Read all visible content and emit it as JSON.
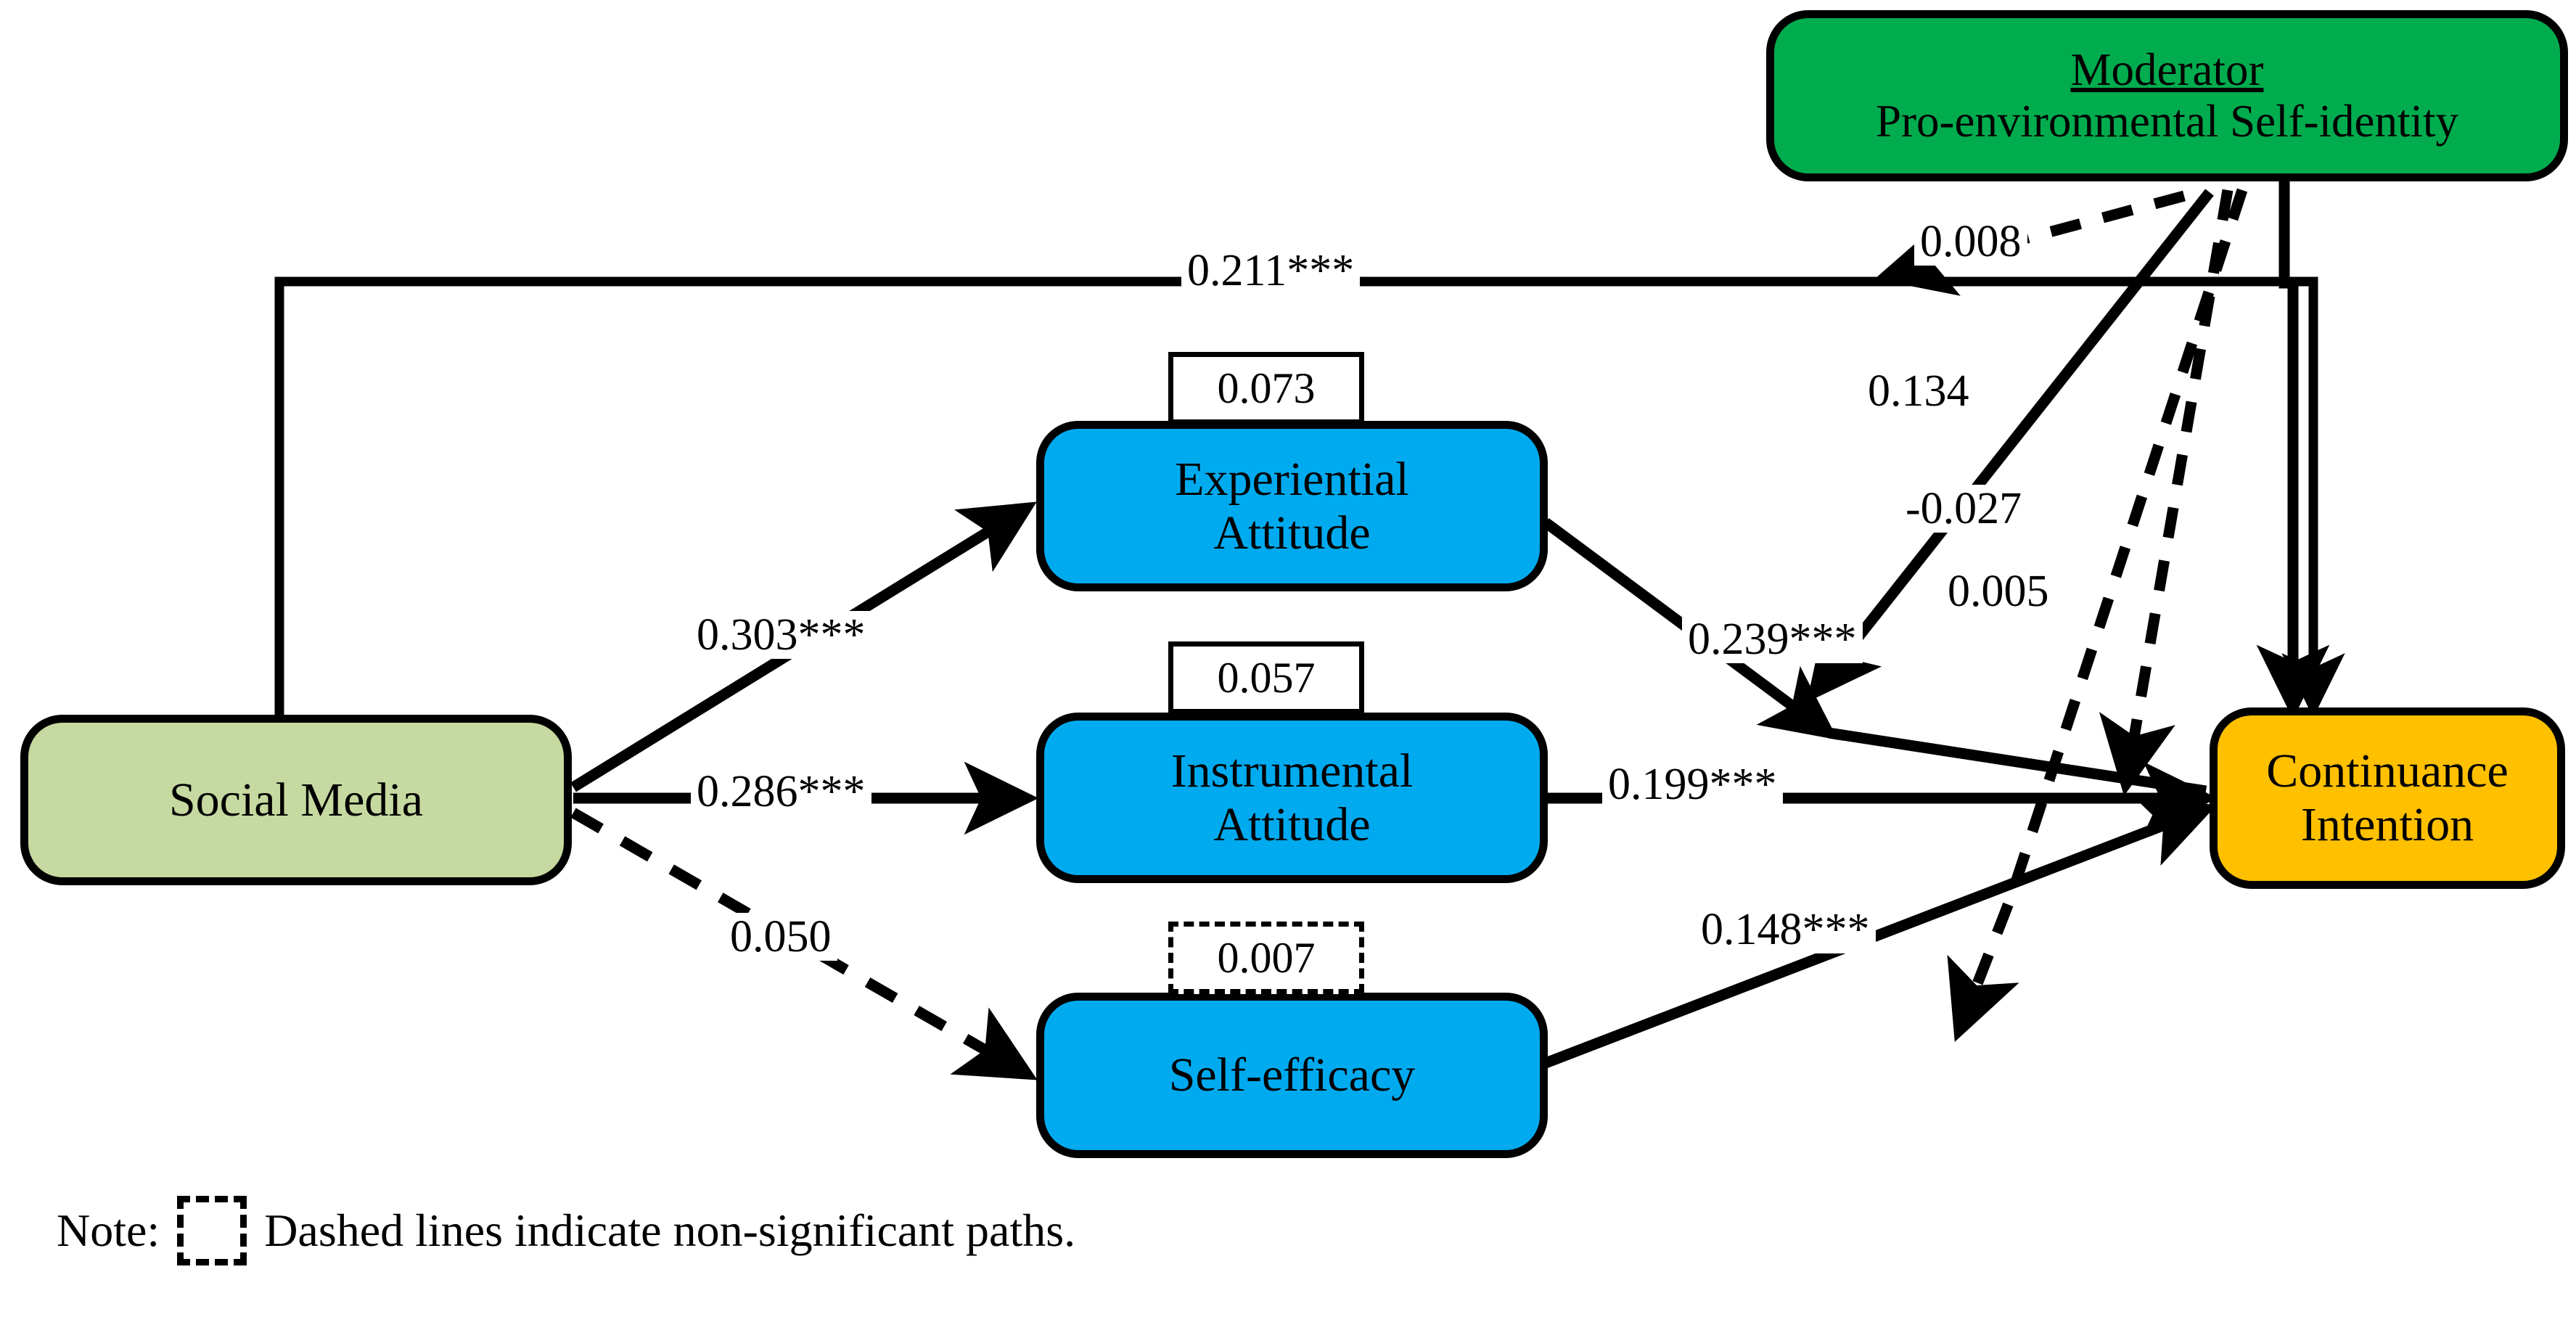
{
  "figure": {
    "type": "sem-path-diagram",
    "background": "#ffffff",
    "line_color": "#000000"
  },
  "nodes": {
    "social_media": {
      "label": "Social Media",
      "color": "#c6d9a0",
      "role": "predictor"
    },
    "experiential_attitude": {
      "label": "Experiential\nAttitude",
      "color": "#00aaef",
      "role": "mediator",
      "r2": "0.073",
      "r2_significant": true
    },
    "instrumental_attitude": {
      "label": "Instrumental\nAttitude",
      "color": "#00aaef",
      "role": "mediator",
      "r2": "0.057",
      "r2_significant": true
    },
    "self_efficacy": {
      "label": "Self-efficacy",
      "color": "#00aaef",
      "role": "mediator",
      "r2": "0.007",
      "r2_significant": false
    },
    "continuance_intention": {
      "label": "Continuance\nIntention",
      "color": "#ffc000",
      "role": "outcome"
    },
    "moderator": {
      "label_top": "Moderator",
      "label_bottom": "Pro-environmental Self-identity",
      "color": "#00ac4e",
      "role": "moderator"
    }
  },
  "paths": [
    {
      "id": "sm-ci-direct",
      "from": "social_media",
      "to": "continuance_intention",
      "coefficient": "0.211***",
      "significant": true,
      "style": "solid"
    },
    {
      "id": "sm-ea",
      "from": "social_media",
      "to": "experiential_attitude",
      "coefficient": "0.303***",
      "significant": true,
      "style": "solid"
    },
    {
      "id": "sm-ia",
      "from": "social_media",
      "to": "instrumental_attitude",
      "coefficient": "0.286***",
      "significant": true,
      "style": "solid"
    },
    {
      "id": "sm-se",
      "from": "social_media",
      "to": "self_efficacy",
      "coefficient": "0.050",
      "significant": false,
      "style": "dashed"
    },
    {
      "id": "ea-ci",
      "from": "experiential_attitude",
      "to": "continuance_intention",
      "coefficient": "0.239***",
      "significant": true,
      "style": "solid"
    },
    {
      "id": "ia-ci",
      "from": "instrumental_attitude",
      "to": "continuance_intention",
      "coefficient": "0.199***",
      "significant": true,
      "style": "solid"
    },
    {
      "id": "se-ci",
      "from": "self_efficacy",
      "to": "continuance_intention",
      "coefficient": "0.148***",
      "significant": true,
      "style": "solid"
    },
    {
      "id": "mod-ci-main",
      "from": "moderator",
      "to": "continuance_intention",
      "coefficient": "",
      "significant": true,
      "style": "solid"
    },
    {
      "id": "mod-x-sm-ci",
      "from": "moderator",
      "to": "sm-ci-direct",
      "coefficient": "0.008",
      "significant": false,
      "style": "dashed"
    },
    {
      "id": "mod-x-ea-ci",
      "from": "moderator",
      "to": "ea-ci",
      "coefficient": "0.134",
      "significant": true,
      "style": "solid"
    },
    {
      "id": "mod-x-ia-ci",
      "from": "moderator",
      "to": "ia-ci",
      "coefficient": "-0.027",
      "significant": false,
      "style": "dashed"
    },
    {
      "id": "mod-x-se-ci",
      "from": "moderator",
      "to": "se-ci",
      "coefficient": "0.005",
      "significant": false,
      "style": "dashed"
    }
  ],
  "note": {
    "prefix": "Note:",
    "swatch": "dashed-box-swatch",
    "text": "Dashed lines indicate non-significant paths."
  }
}
